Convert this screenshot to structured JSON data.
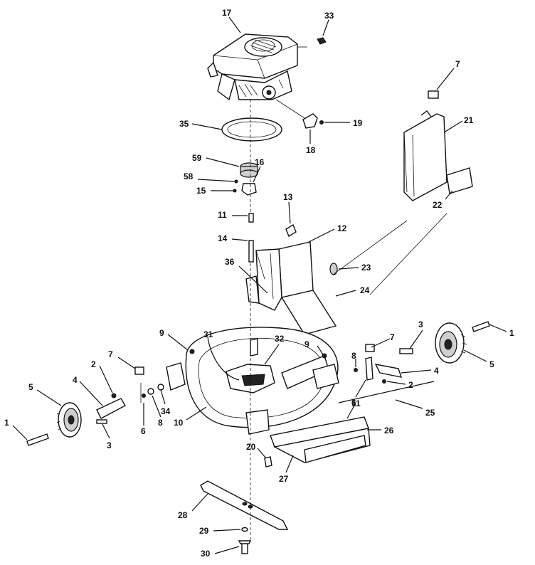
{
  "diagram": {
    "callouts": [
      {
        "id": "c17",
        "label": "17"
      },
      {
        "id": "c33",
        "label": "33"
      },
      {
        "id": "c7a",
        "label": "7"
      },
      {
        "id": "c19",
        "label": "19"
      },
      {
        "id": "c18",
        "label": "18"
      },
      {
        "id": "c35",
        "label": "35"
      },
      {
        "id": "c21",
        "label": "21"
      },
      {
        "id": "c59",
        "label": "59"
      },
      {
        "id": "c16",
        "label": "16"
      },
      {
        "id": "c58",
        "label": "58"
      },
      {
        "id": "c15",
        "label": "15"
      },
      {
        "id": "c22",
        "label": "22"
      },
      {
        "id": "c13",
        "label": "13"
      },
      {
        "id": "c11a",
        "label": "11"
      },
      {
        "id": "c12",
        "label": "12"
      },
      {
        "id": "c14",
        "label": "14"
      },
      {
        "id": "c23",
        "label": "23"
      },
      {
        "id": "c36",
        "label": "36"
      },
      {
        "id": "c24",
        "label": "24"
      },
      {
        "id": "c9a",
        "label": "9"
      },
      {
        "id": "c31",
        "label": "31"
      },
      {
        "id": "c32",
        "label": "32"
      },
      {
        "id": "c9b",
        "label": "9"
      },
      {
        "id": "c7b",
        "label": "7"
      },
      {
        "id": "c3a",
        "label": "3"
      },
      {
        "id": "c1a",
        "label": "1"
      },
      {
        "id": "c7c",
        "label": "7"
      },
      {
        "id": "c2a",
        "label": "2"
      },
      {
        "id": "c8a",
        "label": "8"
      },
      {
        "id": "c5a",
        "label": "5"
      },
      {
        "id": "c4a",
        "label": "4"
      },
      {
        "id": "c5b",
        "label": "5"
      },
      {
        "id": "c4b",
        "label": "4"
      },
      {
        "id": "c34",
        "label": "34"
      },
      {
        "id": "c6a",
        "label": "6"
      },
      {
        "id": "c2b",
        "label": "2"
      },
      {
        "id": "c8b",
        "label": "8"
      },
      {
        "id": "c6b",
        "label": "6"
      },
      {
        "id": "c25",
        "label": "25"
      },
      {
        "id": "c1b",
        "label": "1"
      },
      {
        "id": "c3b",
        "label": "3"
      },
      {
        "id": "c10",
        "label": "10"
      },
      {
        "id": "c11b",
        "label": "11"
      },
      {
        "id": "c26",
        "label": "26"
      },
      {
        "id": "c20",
        "label": "20"
      },
      {
        "id": "c27",
        "label": "27"
      },
      {
        "id": "c28",
        "label": "28"
      },
      {
        "id": "c29",
        "label": "29"
      },
      {
        "id": "c30",
        "label": "30"
      }
    ]
  }
}
